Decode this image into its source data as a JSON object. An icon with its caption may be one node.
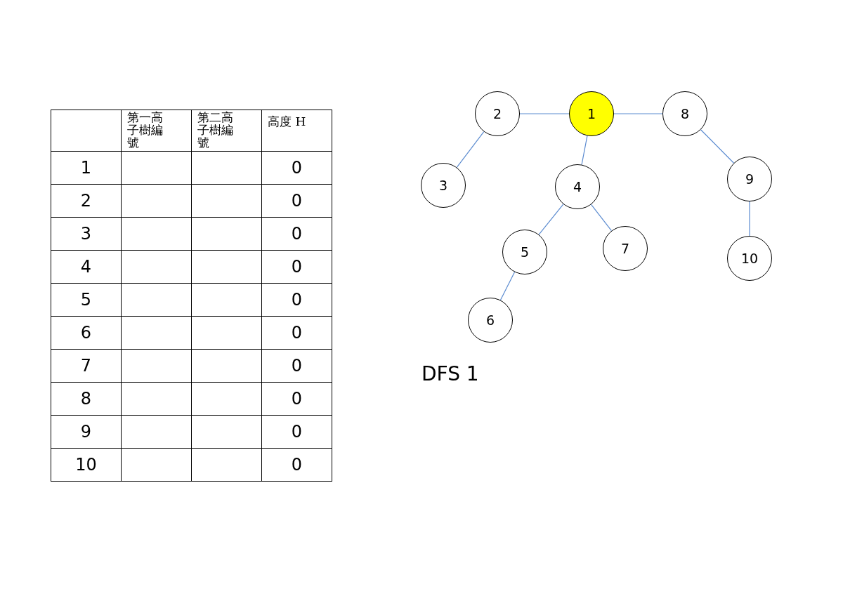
{
  "diagram": {
    "nodes": [
      {
        "text": [
          "2"
        ]
      },
      {
        "text": [
          "1"
        ]
      },
      {
        "text": [
          "8"
        ]
      },
      {
        "text": [
          "3"
        ]
      },
      {
        "text": [
          "4"
        ]
      },
      {
        "text": [
          "9"
        ]
      },
      {
        "text": [
          "5"
        ]
      },
      {
        "text": [
          "7"
        ]
      },
      {
        "text": [
          "10"
        ]
      },
      {
        "text": [
          "6"
        ]
      }
    ],
    "edges": [
      {
        "from": 0,
        "to": 1,
        "arrow": "none"
      },
      {
        "from": 1,
        "to": 2,
        "arrow": "none"
      },
      {
        "from": 0,
        "to": 3,
        "arrow": "none"
      },
      {
        "from": 1,
        "to": 4,
        "arrow": "none"
      },
      {
        "from": 2,
        "to": 5,
        "arrow": "none"
      },
      {
        "from": 4,
        "to": 6,
        "arrow": "none"
      },
      {
        "from": 4,
        "to": 7,
        "arrow": "none"
      },
      {
        "from": 5,
        "to": 8,
        "arrow": "none"
      },
      {
        "from": 6,
        "to": 9,
        "arrow": "none"
      }
    ],
    "labels": [
      "第一高子樹編號",
      "第二高子樹編號",
      "高度 H",
      "1",
      "0",
      "2",
      "0",
      "3",
      "0",
      "4",
      "0",
      "5",
      "0",
      "6",
      "0",
      "7",
      "0",
      "8",
      "0",
      "9",
      "0",
      "10",
      "0",
      "DFS 1"
    ]
  }
}
